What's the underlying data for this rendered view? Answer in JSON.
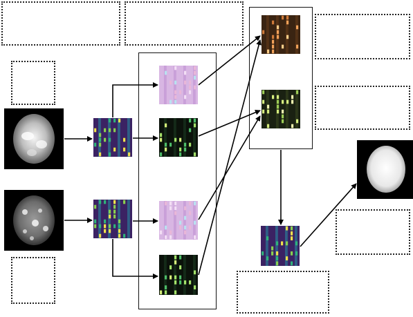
{
  "figure": {
    "caption_boxes": [
      {
        "id": "label-box-top-left",
        "text": ""
      },
      {
        "id": "label-box-top-center",
        "text": ""
      },
      {
        "id": "label-box-input-a",
        "text": ""
      },
      {
        "id": "label-box-input-b",
        "text": ""
      },
      {
        "id": "label-box-top-right-1",
        "text": ""
      },
      {
        "id": "label-box-top-right-2",
        "text": ""
      },
      {
        "id": "label-box-output",
        "text": ""
      },
      {
        "id": "label-box-fused",
        "text": ""
      }
    ]
  },
  "palette": {
    "viridis_purple": "#3b2263",
    "lavender": "#d8b6e3",
    "dark_green": "#0b120b",
    "copper": "#3a2412",
    "olive": "#1a2112"
  }
}
